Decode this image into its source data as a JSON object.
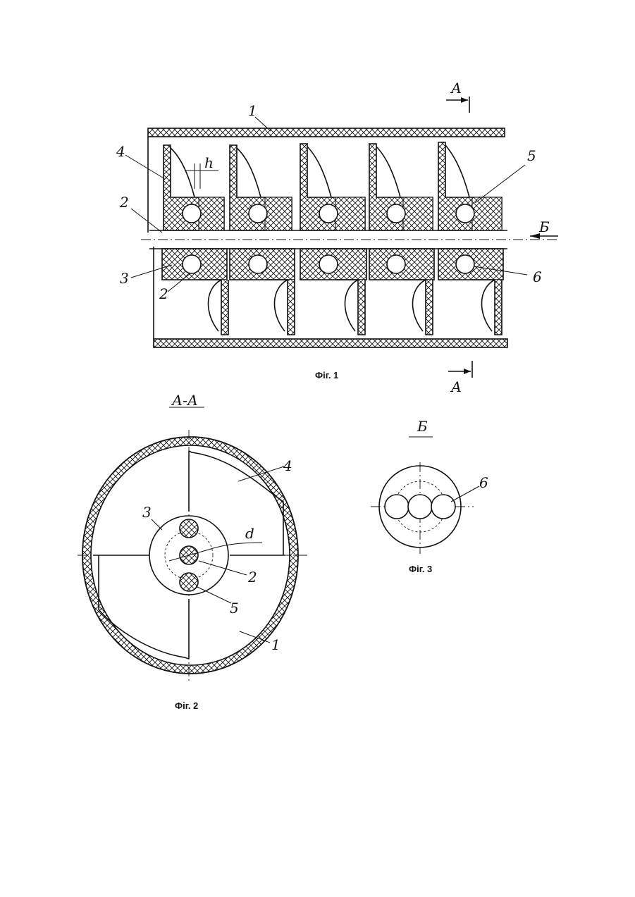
{
  "fig1": {
    "caption": "Фіг. 1",
    "section_mark": "А",
    "arrow_mark": "Б",
    "gap_mark": "h",
    "callouts": [
      "1",
      "2",
      "3",
      "4",
      "5",
      "6",
      "2"
    ]
  },
  "fig2": {
    "caption": "Фіг. 2",
    "view_title": "А-А",
    "diameter_mark": "d",
    "callouts": [
      "1",
      "2",
      "3",
      "4",
      "5"
    ]
  },
  "fig3": {
    "caption": "Фіг. 3",
    "view_title": "Б",
    "callouts": [
      "6"
    ]
  },
  "colors": {
    "ink": "#111111",
    "paper": "#ffffff"
  }
}
